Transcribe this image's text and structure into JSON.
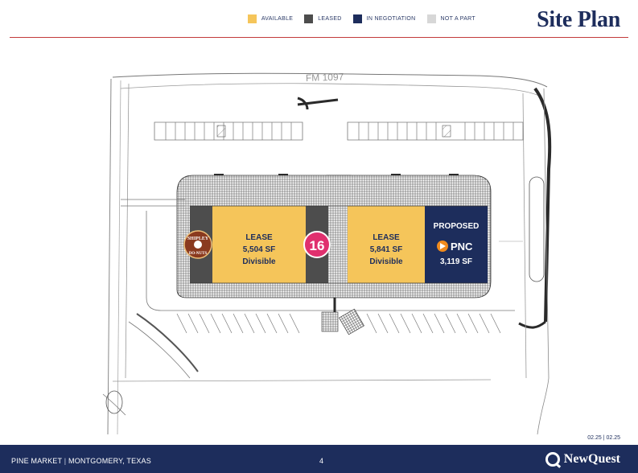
{
  "header": {
    "title": "Site Plan",
    "legend": [
      {
        "label": "AVAILABLE",
        "color": "#f5c55a"
      },
      {
        "label": "LEASED",
        "color": "#4d4d4d"
      },
      {
        "label": "IN NEGOTIATION",
        "color": "#1d2d5c"
      },
      {
        "label": "NOT A PART",
        "color": "#d7d7d7"
      }
    ]
  },
  "plan": {
    "street_label": "FM 1097",
    "spaces": [
      {
        "line1": "LEASE",
        "line2": "5,504 SF",
        "line3": "Divisible",
        "status": "available"
      },
      {
        "line1": "LEASE",
        "line2": "5,841 SF",
        "line3": "Divisible",
        "status": "available"
      },
      {
        "line1": "PROPOSED",
        "line2": "3,119 SF",
        "status": "negotiation"
      }
    ],
    "tenants": {
      "shipley_top": "SHIPLEY",
      "shipley_bottom": "DO-NUTS",
      "sixteen": "16",
      "pnc": "PNC"
    }
  },
  "date": "02.25 | 02.25",
  "footer": {
    "project": "PINE MARKET",
    "separator": " | ",
    "location": "MONTGOMERY, TEXAS",
    "page": "4",
    "brand": "NewQuest"
  }
}
